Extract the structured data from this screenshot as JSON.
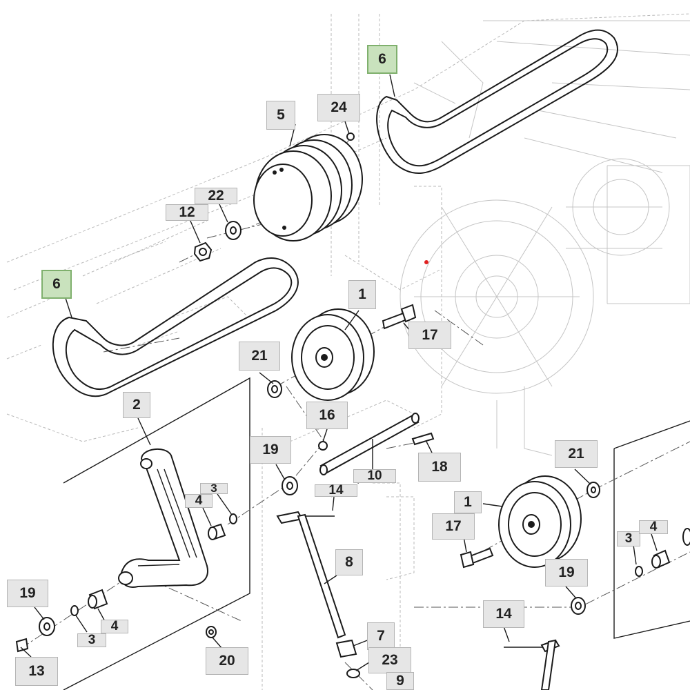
{
  "labels": {
    "belt_upper": "6",
    "belt_lower": "6",
    "spacer_24": "24",
    "sheave_5": "5",
    "washer_22": "22",
    "nut_12": "12",
    "idler_upper": "1",
    "bolt_17_upper": "17",
    "washer_21_left": "21",
    "arm_2": "2",
    "bushing_16": "16",
    "washer_19_center": "19",
    "rod_10": "10",
    "bolt_18": "18",
    "snap_3_upper": "3",
    "bushing_4_upper": "4",
    "pin_14_center": "14",
    "washer_21_right": "21",
    "idler_lower": "1",
    "bolt_17_lower": "17",
    "snap_3_right": "3",
    "bushing_4_right": "4",
    "rod_8": "8",
    "washer_19_right": "19",
    "washer_19_left": "19",
    "bushing_4_lower": "4",
    "snap_3_lower": "3",
    "clip_13": "13",
    "pin_14_lower": "14",
    "nut_20": "20",
    "fitting_7": "7",
    "washer_23": "23",
    "part_9": "9"
  },
  "highlight_color": "#c9e2bd",
  "callout_color": "#e6e6e6",
  "marker_color": "#e02020"
}
